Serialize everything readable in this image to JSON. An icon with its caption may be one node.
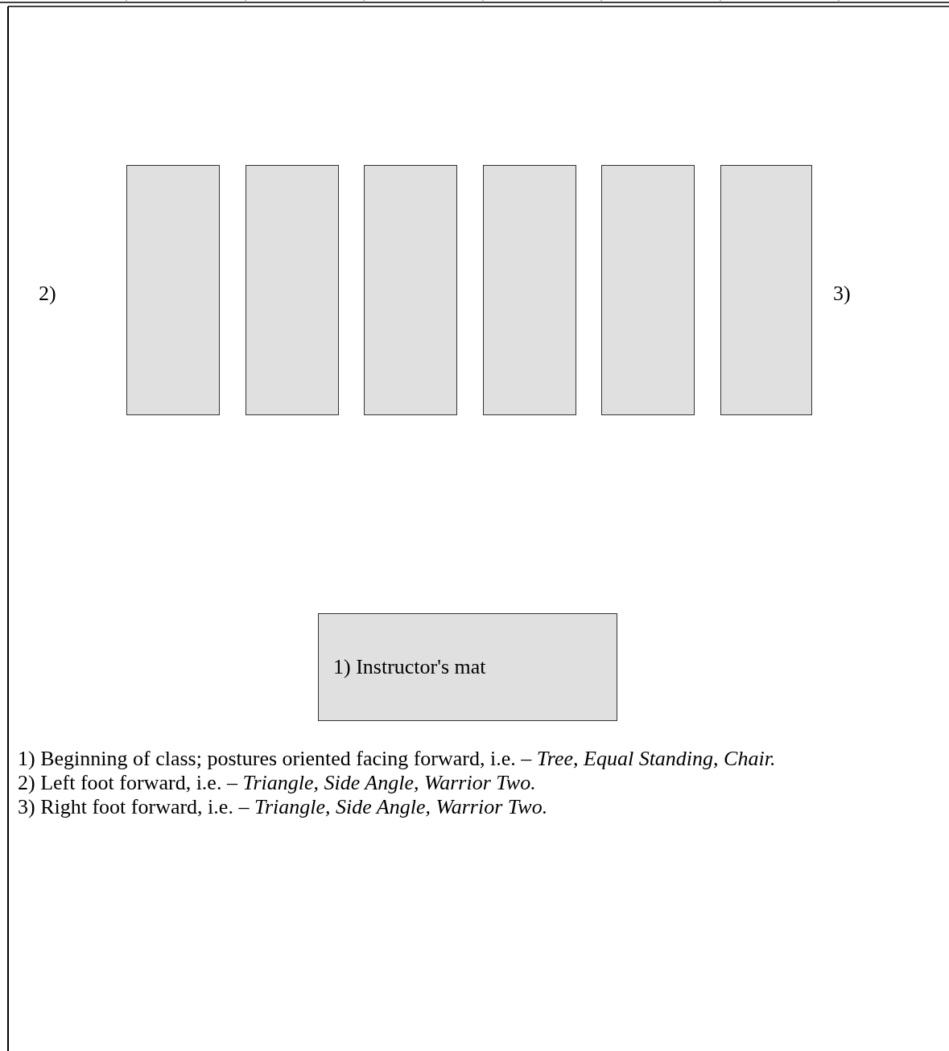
{
  "diagram": {
    "nodes": [
      {
        "text": [],
        "shape": "box"
      },
      {
        "text": [],
        "shape": "box"
      },
      {
        "text": [],
        "shape": "box"
      },
      {
        "text": [],
        "shape": "box"
      },
      {
        "text": [],
        "shape": "box"
      },
      {
        "text": [],
        "shape": "box"
      },
      {
        "text": [
          "1) Instructor's mat"
        ]
      }
    ],
    "labels": [
      "2)",
      "3)",
      "1) Beginning of class; postures oriented facing forward, i.e. – *Tree, Equal Standing, Chair.*",
      "2) Left foot forward, i.e. – *Triangle, Side Angle, Warrior Two.*",
      "3) Right foot forward, i.e. – *Triangle, Side Angle, Warrior Two.*"
    ]
  }
}
